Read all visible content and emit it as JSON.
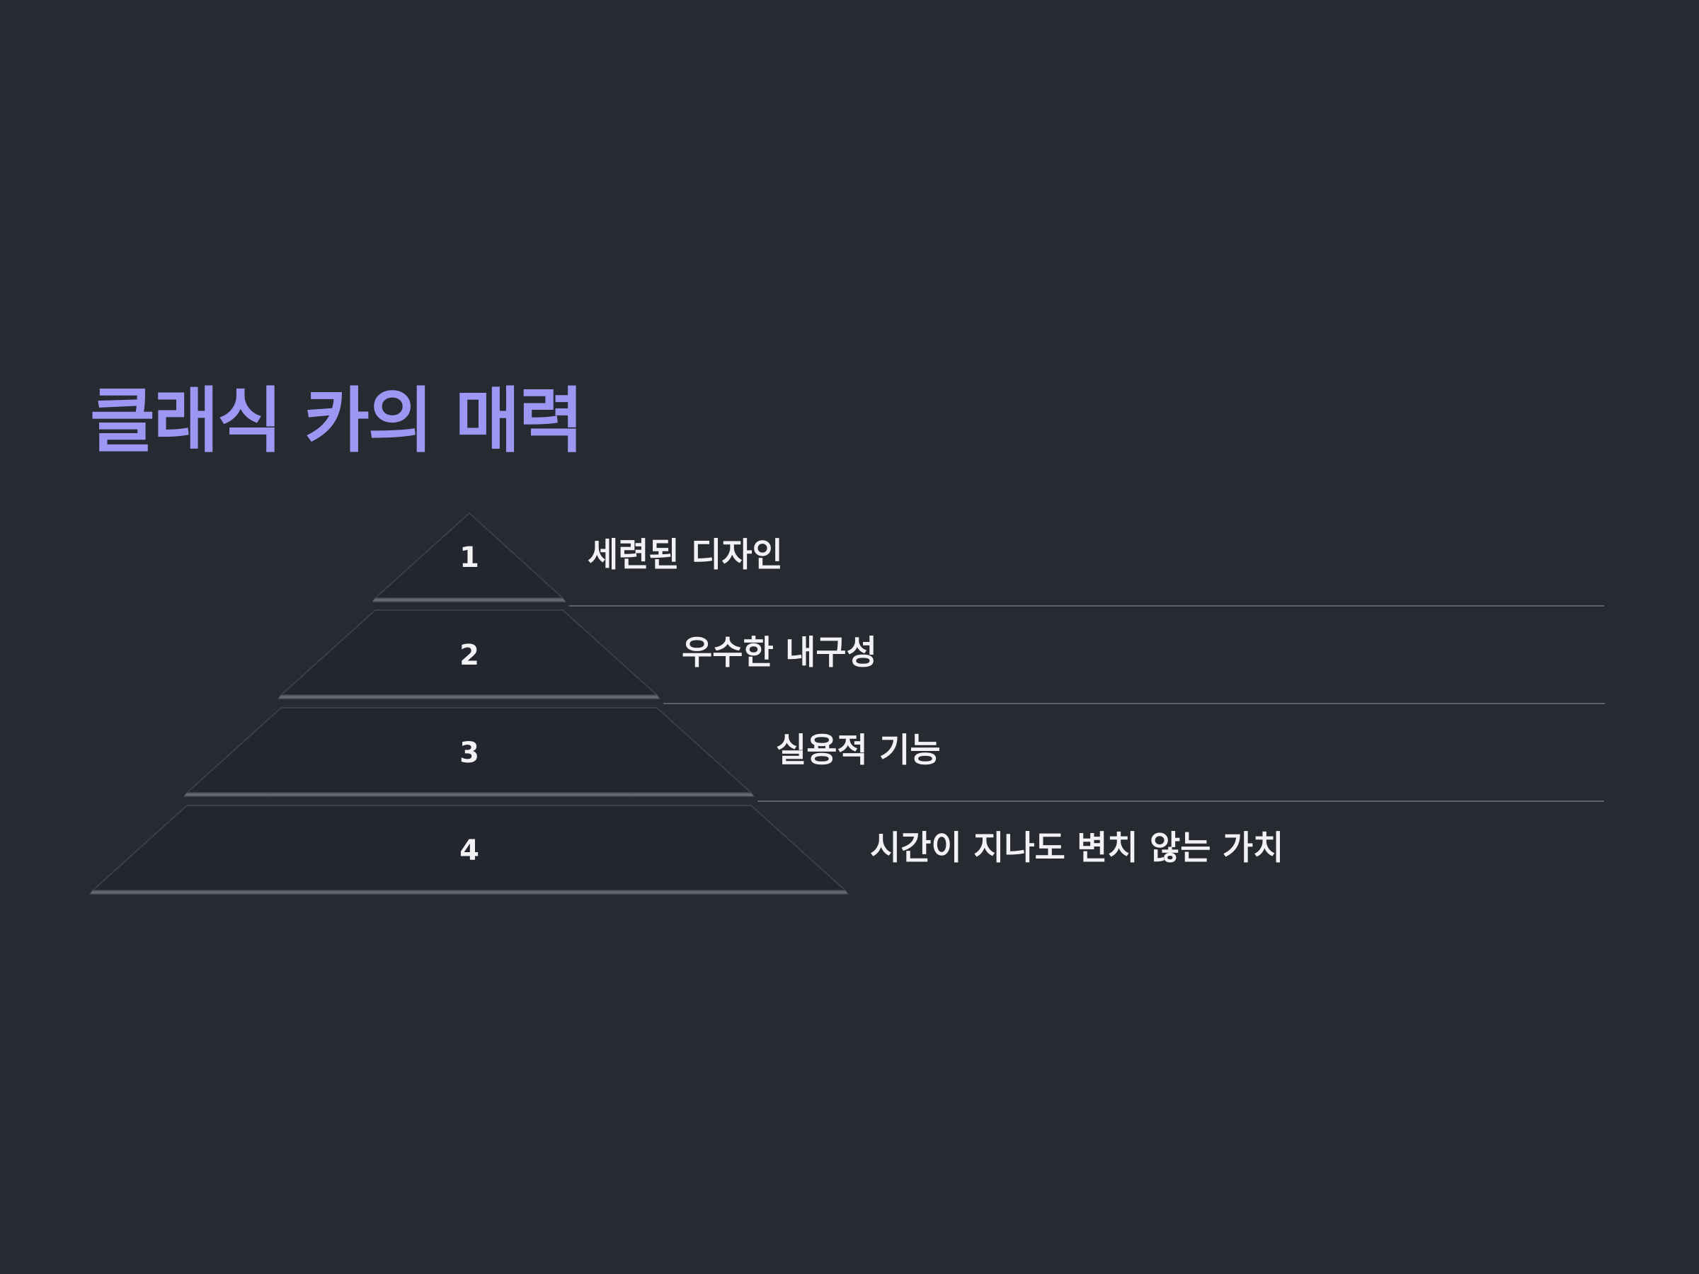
{
  "title": "클래식 카의 매력",
  "tiers": [
    {
      "number": "1",
      "label": "세련된 디자인"
    },
    {
      "number": "2",
      "label": "우수한 내구성"
    },
    {
      "number": "3",
      "label": "실용적 기능"
    },
    {
      "number": "4",
      "label": "시간이 지나도 변치 않는 가치"
    }
  ],
  "colors": {
    "background": "#272a30",
    "title": "#9b97f2",
    "tier_fill": "#23262f",
    "text": "#f2f2f5",
    "divider": "#5d6068"
  }
}
